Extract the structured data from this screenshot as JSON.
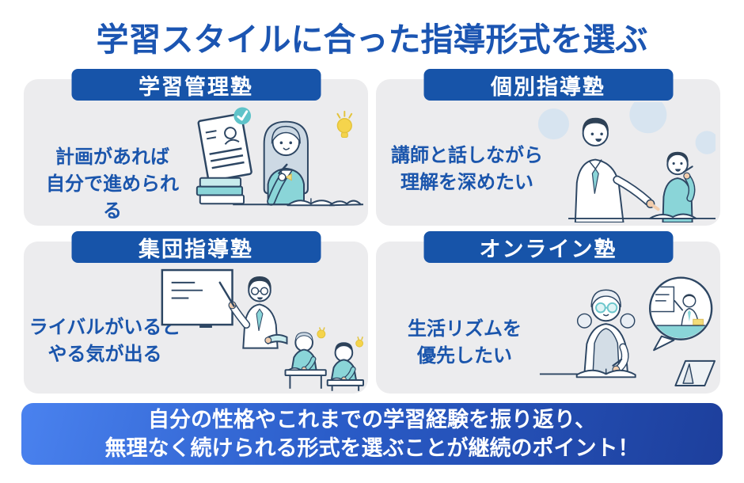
{
  "title": "学習スタイルに合った指導形式を選ぶ",
  "cards": [
    {
      "label": "学習管理塾",
      "text": "計画があれば\n自分で進められ\nる",
      "illustration": "self-study-student"
    },
    {
      "label": "個別指導塾",
      "text": "講師と話しながら\n理解を深めたい",
      "illustration": "teacher-with-student"
    },
    {
      "label": "集団指導塾",
      "text": "ライバルがいると\nやる気が出る",
      "illustration": "classroom-lecture"
    },
    {
      "label": "オンライン塾",
      "text": "生活リズムを\n優先したい",
      "illustration": "online-lesson"
    }
  ],
  "banner": {
    "text": "自分の性格やこれまでの学習経験を振り返り、\n無理なく続けられる形式を選ぶことが継続のポイント！"
  },
  "colors": {
    "title_text": "#1b55b2",
    "badge_bg": "#1754a9",
    "badge_text": "#ffffff",
    "card_bg": "#ececee",
    "card_text": "#1a55ac",
    "banner_gradient_start": "#4a82ef",
    "banner_gradient_end": "#1d3f9c",
    "banner_text": "#ffffff",
    "illustration_teal": "#8ad5d8",
    "illustration_outline": "#2d4663",
    "lightbulb_yellow": "#f5d44c"
  }
}
